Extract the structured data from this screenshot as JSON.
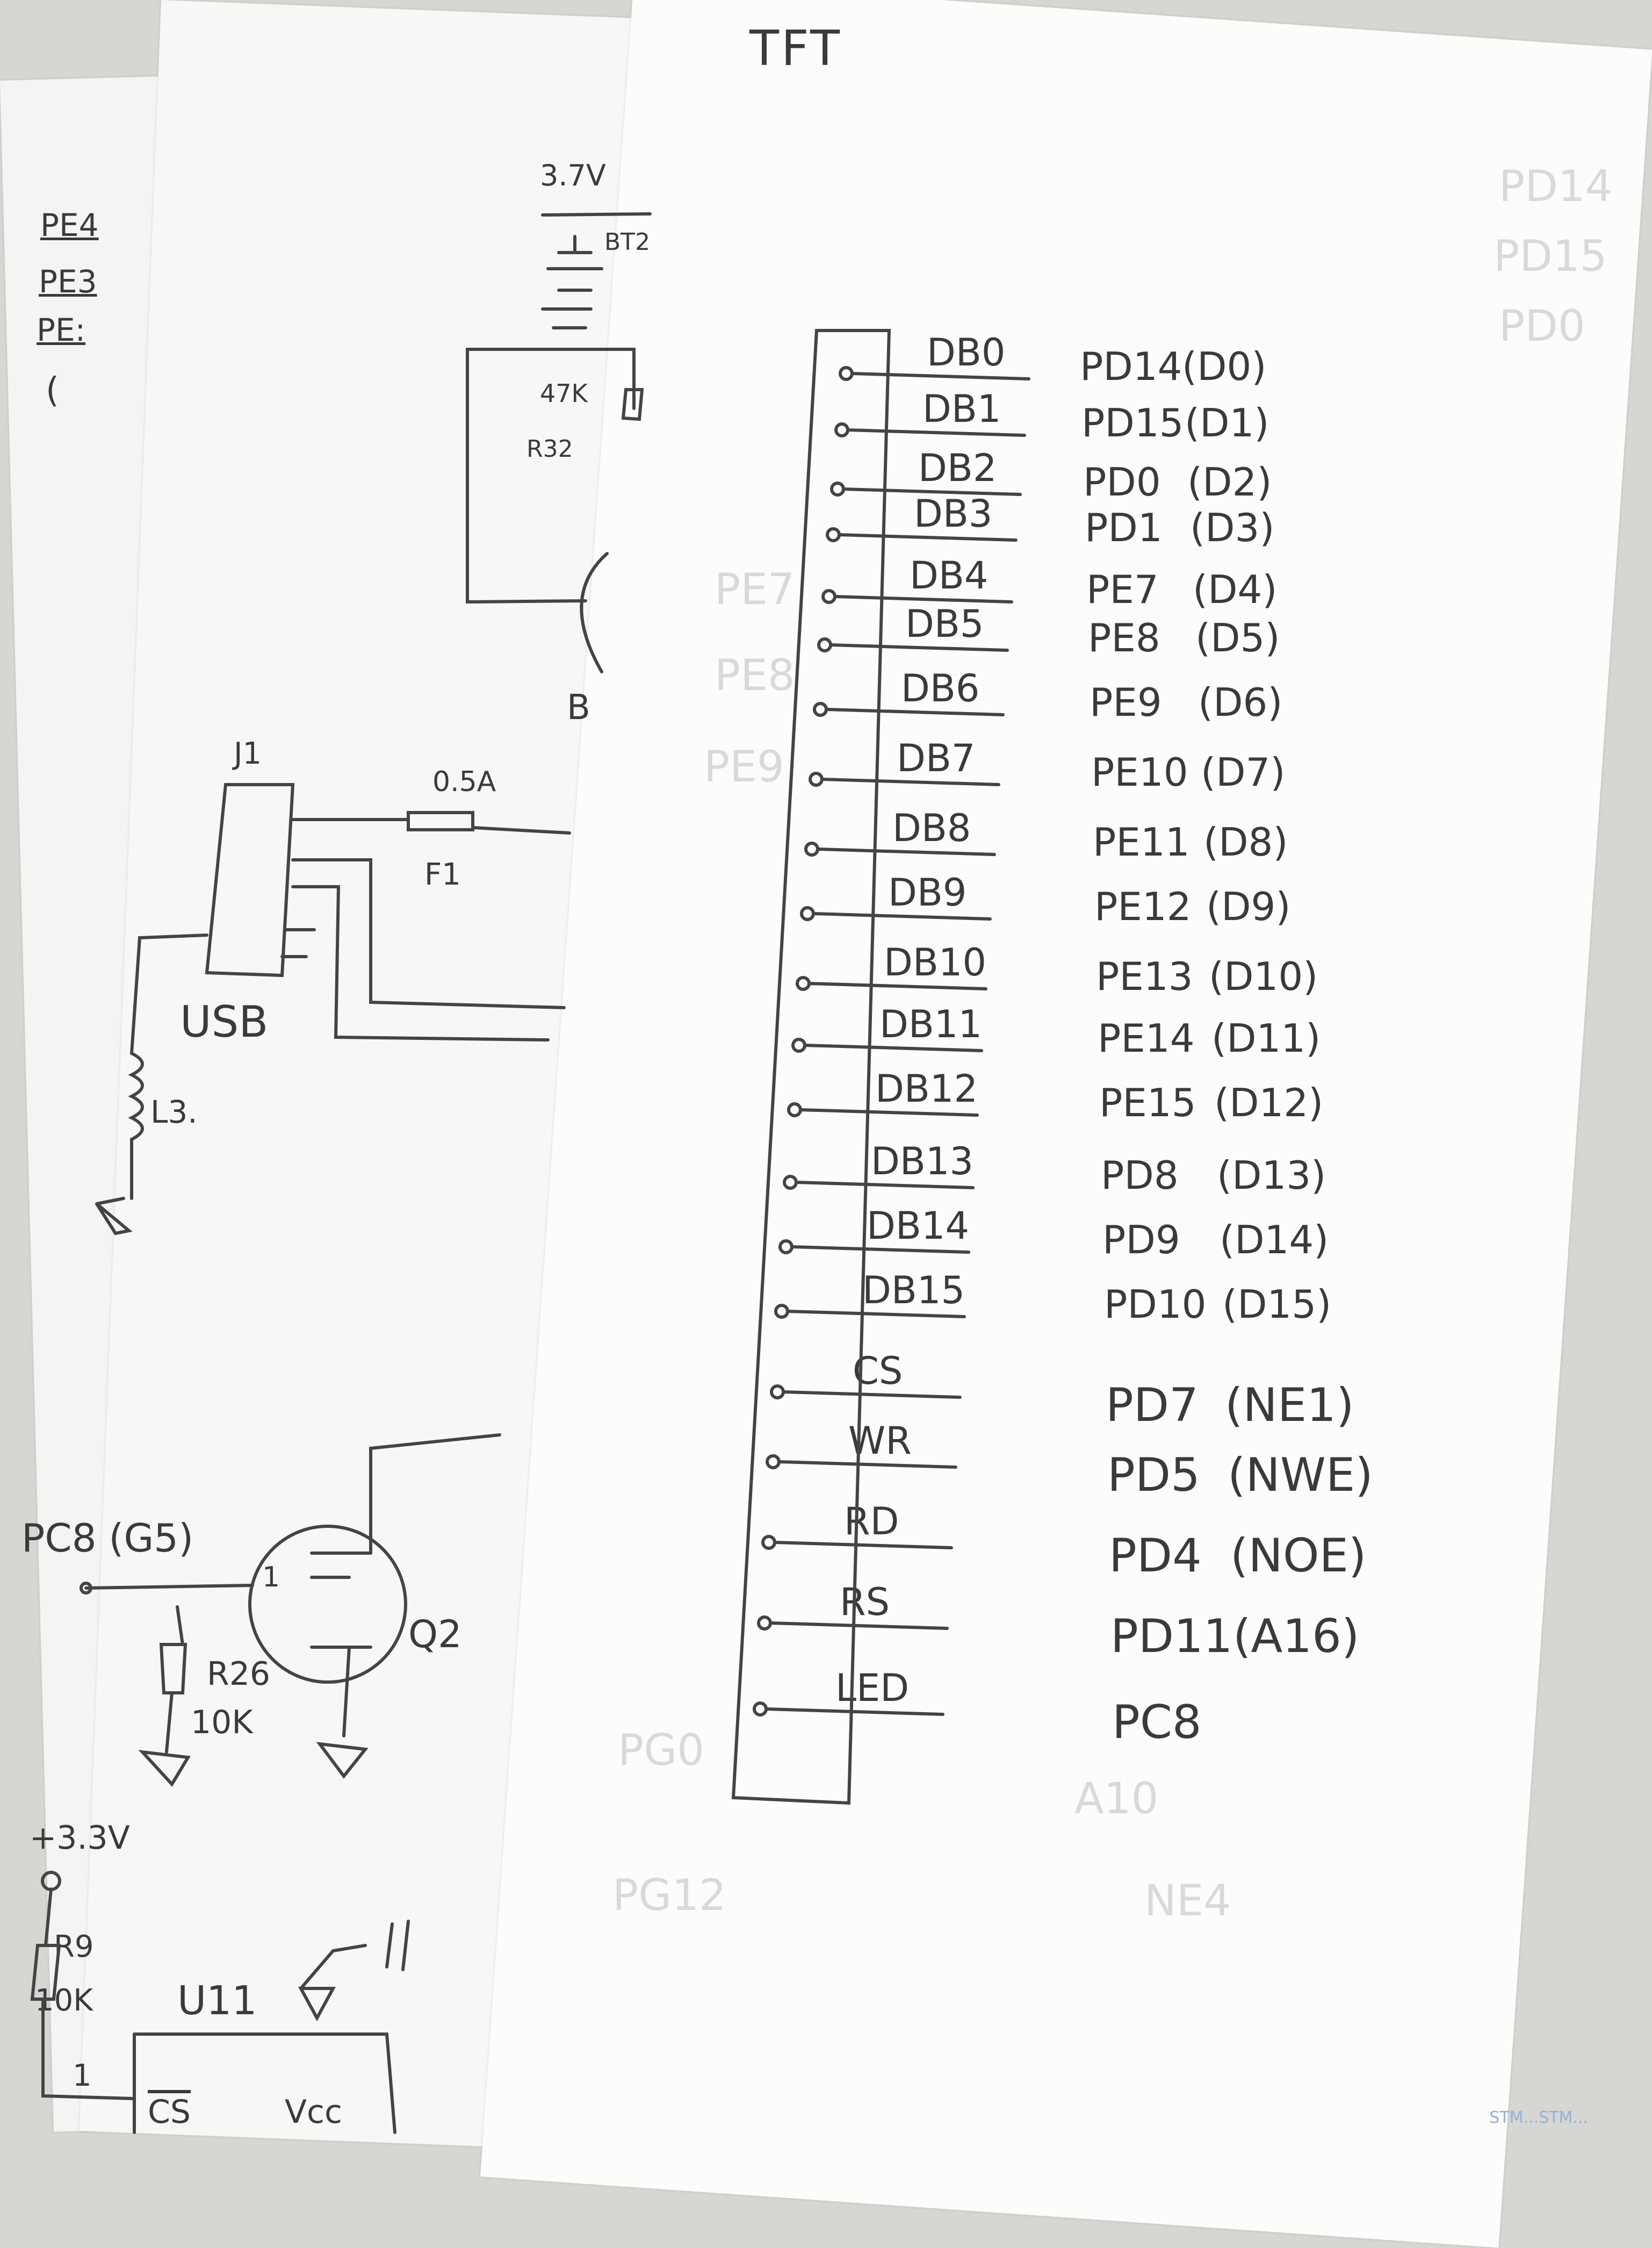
{
  "tft": {
    "title": "TFT",
    "pins": [
      {
        "label": "DB0",
        "port": "PD14",
        "func": "(D0)"
      },
      {
        "label": "DB1",
        "port": "PD15",
        "func": "(D1)"
      },
      {
        "label": "DB2",
        "port": "PD0",
        "func": "(D2)"
      },
      {
        "label": "DB3",
        "port": "PD1",
        "func": "(D3)"
      },
      {
        "label": "DB4",
        "port": "PE7",
        "func": "(D4)"
      },
      {
        "label": "DB5",
        "port": "PE8",
        "func": "(D5)"
      },
      {
        "label": "DB6",
        "port": "PE9",
        "func": "(D6)"
      },
      {
        "label": "DB7",
        "port": "PE10",
        "func": "(D7)"
      },
      {
        "label": "DB8",
        "port": "PE11",
        "func": "(D8)"
      },
      {
        "label": "DB9",
        "port": "PE12",
        "func": "(D9)"
      },
      {
        "label": "DB10",
        "port": "PE13",
        "func": "(D10)"
      },
      {
        "label": "DB11",
        "port": "PE14",
        "func": "(D11)"
      },
      {
        "label": "DB12",
        "port": "PE15",
        "func": "(D12)"
      },
      {
        "label": "DB13",
        "port": "PD8",
        "func": "(D13)"
      },
      {
        "label": "DB14",
        "port": "PD9",
        "func": "(D14)"
      },
      {
        "label": "DB15",
        "port": "PD10",
        "func": "(D15)"
      },
      {
        "label": "CS",
        "port": "PD7",
        "func": "(NE1)"
      },
      {
        "label": "WR",
        "port": "PD5",
        "func": "(NWE)"
      },
      {
        "label": "RD",
        "port": "PD4",
        "func": "(NOE)"
      },
      {
        "label": "RS",
        "port": "PD11",
        "func": "(A16)"
      },
      {
        "label": "LED",
        "port": "PC8",
        "func": ""
      }
    ]
  },
  "left_sheet": {
    "pe_labels": [
      "PE4",
      "PE3",
      "PE:"
    ],
    "paren": "(",
    "battery": {
      "voltage": "3.7V",
      "ref": "BT2"
    },
    "resistor_r32": {
      "value": "47K",
      "ref": "R32"
    },
    "partial_letter": "B",
    "usb": {
      "connector": "J1",
      "label": "USB",
      "fuse_value": "0.5A",
      "fuse_ref": "F1",
      "inductor": "L3."
    },
    "mosfet": {
      "input": "PC8 (G5)",
      "pin": "1",
      "ref": "Q2",
      "resistor_ref": "R26",
      "resistor_value": "10K"
    },
    "supply": {
      "voltage": "+3.3V",
      "resistor_ref": "R9",
      "resistor_value": "10K",
      "pin": "1",
      "ic": "U11",
      "pin_cs": "CS",
      "pin_vcc": "Vcc"
    }
  },
  "ghost_text": [
    "PD14",
    "PD15",
    "PD0",
    "PE7",
    "PE8",
    "PE9",
    "PG12",
    "NE4",
    "A10",
    "PG0"
  ],
  "watermark": "STM...STM..."
}
